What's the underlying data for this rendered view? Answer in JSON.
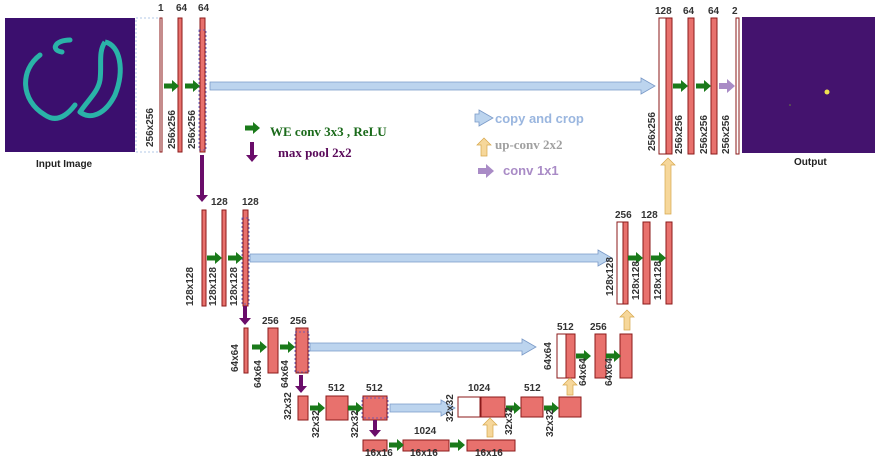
{
  "images": {
    "input_caption": "Input Image",
    "output_caption": "Output"
  },
  "legend": {
    "conv": "WE conv 3x3 , ReLU",
    "pool": "max pool 2x2",
    "copy": "copy and crop",
    "upconv": "up-conv 2x2",
    "conv1x1": "conv 1x1"
  },
  "colors": {
    "feature_map": "#e8716d",
    "feature_border": "#8b1a1a",
    "conv_arrow": "#1a7a1a",
    "pool_arrow": "#6a0d6a",
    "copy_arrow": "#bcd4ee",
    "copy_text": "#9ab6df",
    "upconv_arrow": "#f6d79a",
    "upconv_text": "#a0a0a0",
    "conv1x1_arrow": "#a98bc6",
    "conv1x1_text": "#a98bc6",
    "image_bg": "#3b0f6e",
    "image_bg_out": "#44136e",
    "stroke_teal": "#2ab3a8",
    "output_dot": "#f0e050"
  },
  "channels": {
    "c1_1": "1",
    "c1_64a": "64",
    "c1_64b": "64",
    "c2_128a": "128",
    "c2_128b": "128",
    "c3_256a": "256",
    "c3_256b": "256",
    "c4_512a": "512",
    "c4_512b": "512",
    "c5_1024": "1024",
    "u4_1024": "1024",
    "u4_512": "512",
    "u3_512": "512",
    "u3_256": "256",
    "u2_256": "256",
    "u2_128": "128",
    "u1_128": "128",
    "u1_64a": "64",
    "u1_64b": "64",
    "u1_2": "2"
  },
  "sizes": {
    "s256": "256x256",
    "s128": "128x128",
    "s64": "64x64",
    "s32": "32x32",
    "s16": "16x16"
  }
}
